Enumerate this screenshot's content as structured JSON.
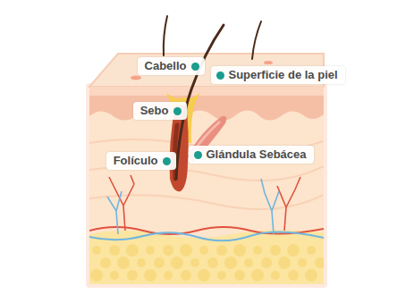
{
  "diagram": {
    "labels": [
      "Cabello",
      "Superficie de la piel",
      "Sebo",
      "Glándula Sebácea",
      "Folículo"
    ]
  }
}
